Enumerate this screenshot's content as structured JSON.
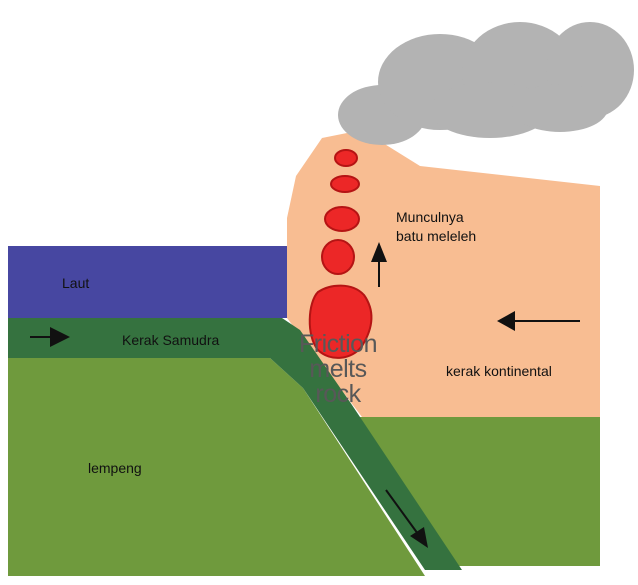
{
  "labels": {
    "sea": "Laut",
    "oceanic_crust": "Kerak Samudra",
    "magma_rising_line1": "Munculnya",
    "magma_rising_line2": "batu meleleh",
    "continental_crust": "kerak kontinental",
    "plate": "lempeng",
    "friction_line1": "Friction",
    "friction_line2": "melts",
    "friction_line3": "rock"
  },
  "colors": {
    "sea": "#4747a1",
    "oceanic_crust": "#35723f",
    "plate": "#6f9a3d",
    "continental_crust": "#f8bd92",
    "magma": "#ec2727",
    "smoke": "#b3b3b3",
    "arrow": "#111111"
  }
}
